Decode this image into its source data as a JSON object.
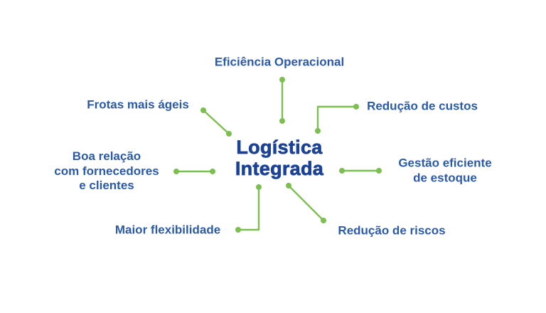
{
  "colors": {
    "background": "#ffffff",
    "line_green": "#7cbe50",
    "title_blue": "#1b4296",
    "label_blue": "#2b5aa8"
  },
  "diagram": {
    "type": "mind-map",
    "title_lines": [
      "Logística",
      "Integrada"
    ],
    "nodes": [
      {
        "id": "eficiencia-operacional",
        "position": "top",
        "lines": [
          "Eficiência Operacional"
        ]
      },
      {
        "id": "reducao-de-custos",
        "position": "top-right",
        "lines": [
          "Redução de custos"
        ]
      },
      {
        "id": "gestao-eficiente-de-estoque",
        "position": "right",
        "lines": [
          "Gestão eficiente",
          "de estoque"
        ]
      },
      {
        "id": "reducao-de-riscos",
        "position": "bottom-right",
        "lines": [
          "Redução de riscos"
        ]
      },
      {
        "id": "maior-flexibilidade",
        "position": "bottom-left",
        "lines": [
          "Maior flexibilidade"
        ]
      },
      {
        "id": "boa-relacao",
        "position": "left",
        "lines": [
          "Boa relação",
          "com fornecedores",
          "e clientes"
        ]
      },
      {
        "id": "frotas-mais-ageis",
        "position": "top-left",
        "lines": [
          "Frotas mais ágeis"
        ]
      }
    ]
  }
}
